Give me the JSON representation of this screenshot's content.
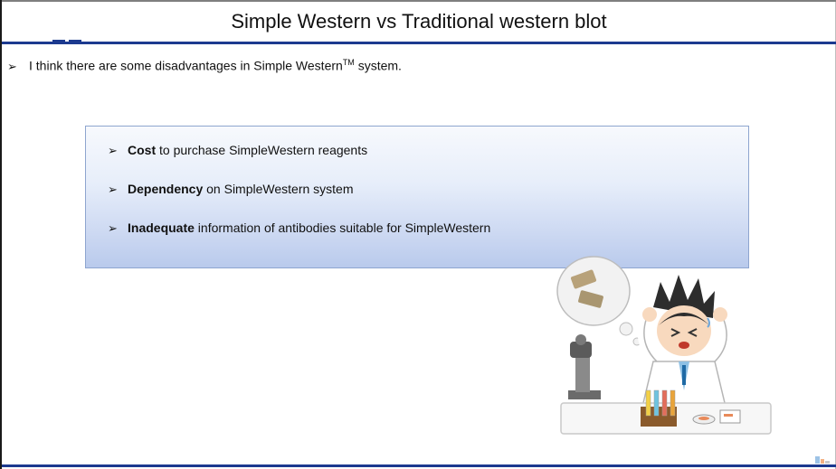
{
  "title": "Simple Western vs Traditional western blot",
  "intro": {
    "bullet": "➢",
    "text": "I think there are some disadvantages in Simple Western",
    "superscript": "TM",
    "suffix": " system."
  },
  "box": {
    "items": [
      {
        "bullet": "➢",
        "bold": "Cost",
        "rest": " to purchase SimpleWestern reagents"
      },
      {
        "bullet": "➢",
        "bold": "Dependency",
        "rest": " on SimpleWestern system"
      },
      {
        "bullet": "➢",
        "bold": "Inadequate",
        "rest": " information of antibodies suitable for SimpleWestern"
      }
    ]
  },
  "illustration": {
    "icon": "worried-scientist-icon"
  },
  "colors": {
    "accent": "#1c3a8f",
    "box_top": "#f7f9fd",
    "box_bottom": "#b9caec"
  }
}
